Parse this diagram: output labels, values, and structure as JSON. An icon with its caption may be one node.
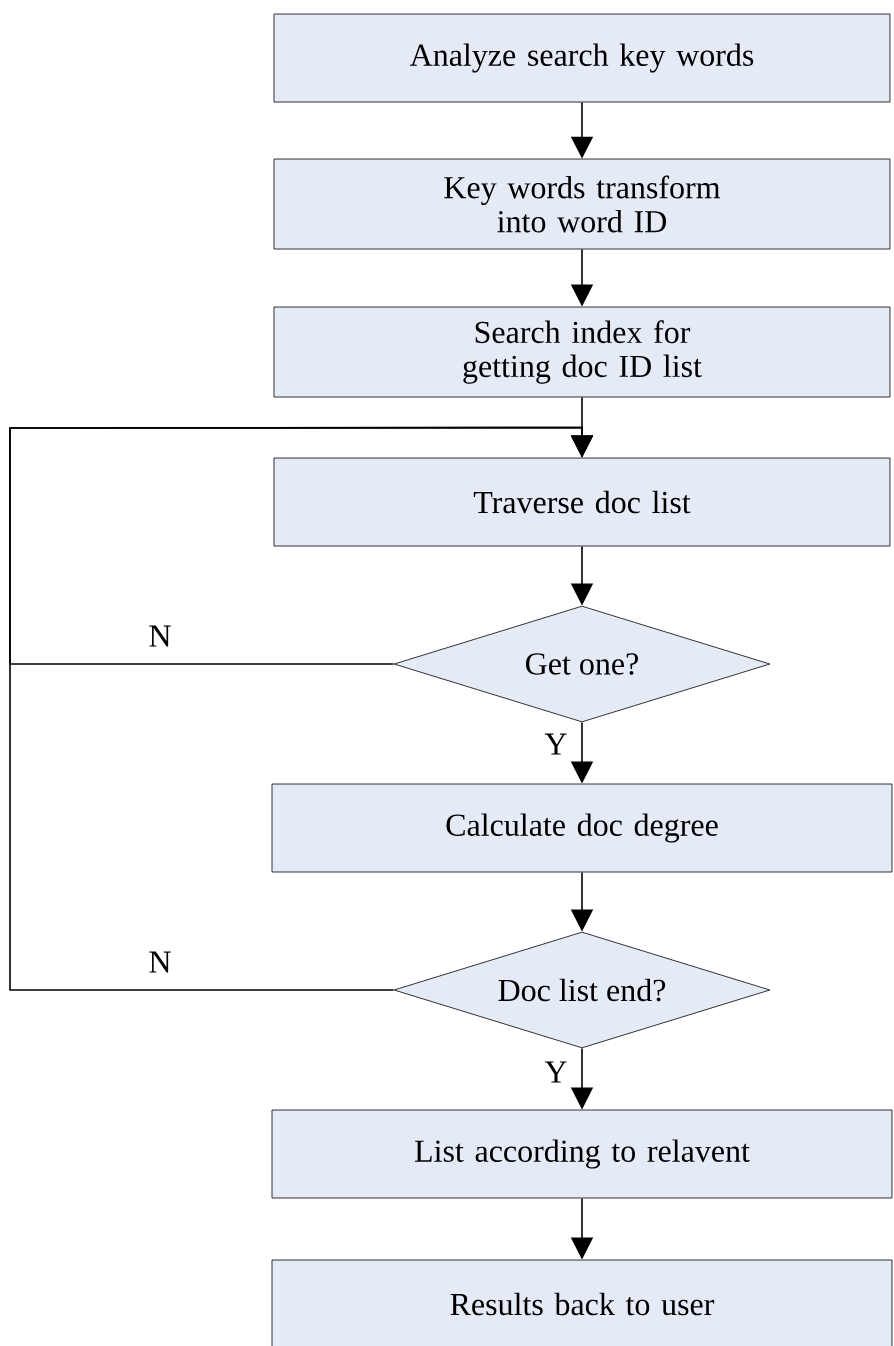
{
  "diagram": {
    "nodes": [
      {
        "text": [
          "Analyze search key words"
        ]
      },
      {
        "text": [
          "Key words transform into word ID"
        ]
      },
      {
        "text": [
          "Search index for getting doc ID list"
        ]
      },
      {
        "text": [
          "Traverse doc list"
        ]
      },
      {
        "text": [
          "Get one?"
        ]
      },
      {
        "text": [
          "Calculate doc degree"
        ]
      },
      {
        "text": [
          "Doc list end?"
        ]
      },
      {
        "text": [
          "List according to relavent"
        ]
      },
      {
        "text": [
          "Results back to user"
        ]
      }
    ],
    "edges": [
      {
        "from": 0,
        "to": 1,
        "arrow": "to"
      },
      {
        "from": 1,
        "to": 2,
        "arrow": "to"
      },
      {
        "from": 2,
        "to": 3,
        "arrow": "to"
      },
      {
        "from": 3,
        "to": 4,
        "arrow": "to"
      },
      {
        "from": 4,
        "to": 5,
        "arrow": "to",
        "label": "Y"
      },
      {
        "from": 5,
        "to": 6,
        "arrow": "to"
      },
      {
        "from": 6,
        "to": 7,
        "arrow": "to",
        "label": "Y"
      },
      {
        "from": 7,
        "to": 8,
        "arrow": "to"
      },
      {
        "from": 4,
        "to": 3,
        "arrow": "to",
        "label": "N"
      },
      {
        "from": 6,
        "to": 3,
        "arrow": "to",
        "label": "N"
      }
    ]
  }
}
